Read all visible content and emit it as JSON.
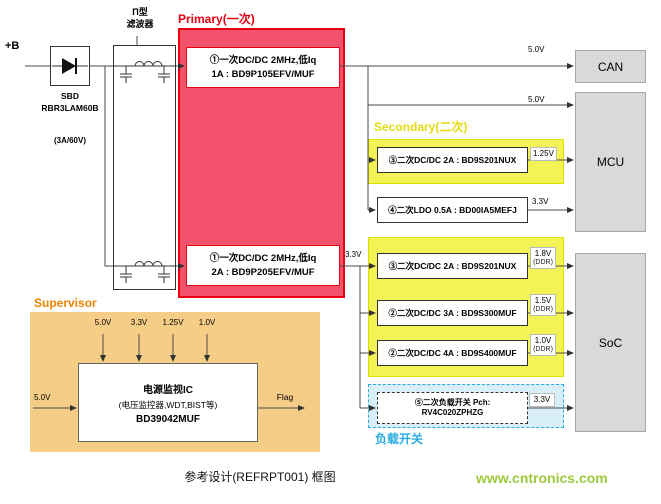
{
  "colors": {
    "primary_region_fill": "#f2526b",
    "primary_border": "#e60012",
    "secondary_region_fill": "#f3f356",
    "secondary_title": "#e3db12",
    "supervisor_region_fill": "#f6cd86",
    "supervisor_title": "#f08300",
    "load_switch_region_fill": "#d8eef9",
    "load_switch_title": "#29abe2",
    "load_box_fill": "#d9d9d9",
    "watermark_green": "#9dc93b"
  },
  "labels": {
    "input": "+B",
    "sbd_title": "SBD",
    "sbd_part": "RBR3LAM60B",
    "sbd_rating": "(3A/60V)",
    "filter_line1": "Π型",
    "filter_line2": "滤波器",
    "primary_title": "Primary(一次)",
    "secondary_title": "Secondary(二次)",
    "supervisor_title": "Supervisor",
    "load_switch_title": "负载开关",
    "caption": "参考设计(REFRPT001) 框图",
    "watermark": "www.cntronics.com"
  },
  "primary_blocks": [
    {
      "line1": "①一次DC/DC 2MHz,低Iq",
      "line2": "1A : BD9P105EFV/MUF"
    },
    {
      "line1": "①一次DC/DC 2MHz,低Iq",
      "line2": "2A : BD9P205EFV/MUF"
    }
  ],
  "secondary_blocks": [
    {
      "label": "③二次DC/DC 2A : BD9S201NUX",
      "out": "1.25V"
    },
    {
      "label": "④二次LDO 0.5A : BD00IA5MEFJ",
      "out": "3.3V"
    },
    {
      "label": "③二次DC/DC 2A : BD9S201NUX",
      "out": "1.8V",
      "ddr": "(DDR)"
    },
    {
      "label": "②二次DC/DC 3A : BD9S300MUF",
      "out": "1.5V",
      "ddr": "(DDR)"
    },
    {
      "label": "②二次DC/DC 4A : BD9S400MUF",
      "out": "1.0V",
      "ddr": "(DDR)"
    }
  ],
  "load_switch": {
    "line1": "⑤二次负载开关 Pch:",
    "line2": "RV4C020ZPHZG",
    "out": "3.3V"
  },
  "wire_labels": {
    "can": "5.0V",
    "mcu": "5.0V",
    "rail2": "3.3V"
  },
  "supervisor": {
    "top_inputs": [
      "5.0V",
      "3.3V",
      "1.25V",
      "1.0V"
    ],
    "left_input": "5.0V",
    "output": "Flag",
    "block_line1": "电源监视IC",
    "block_line2": "(电压监控器,WDT,BIST等)",
    "block_line3": "BD39042MUF"
  },
  "loads": {
    "can": "CAN",
    "mcu": "MCU",
    "soc": "SoC"
  }
}
